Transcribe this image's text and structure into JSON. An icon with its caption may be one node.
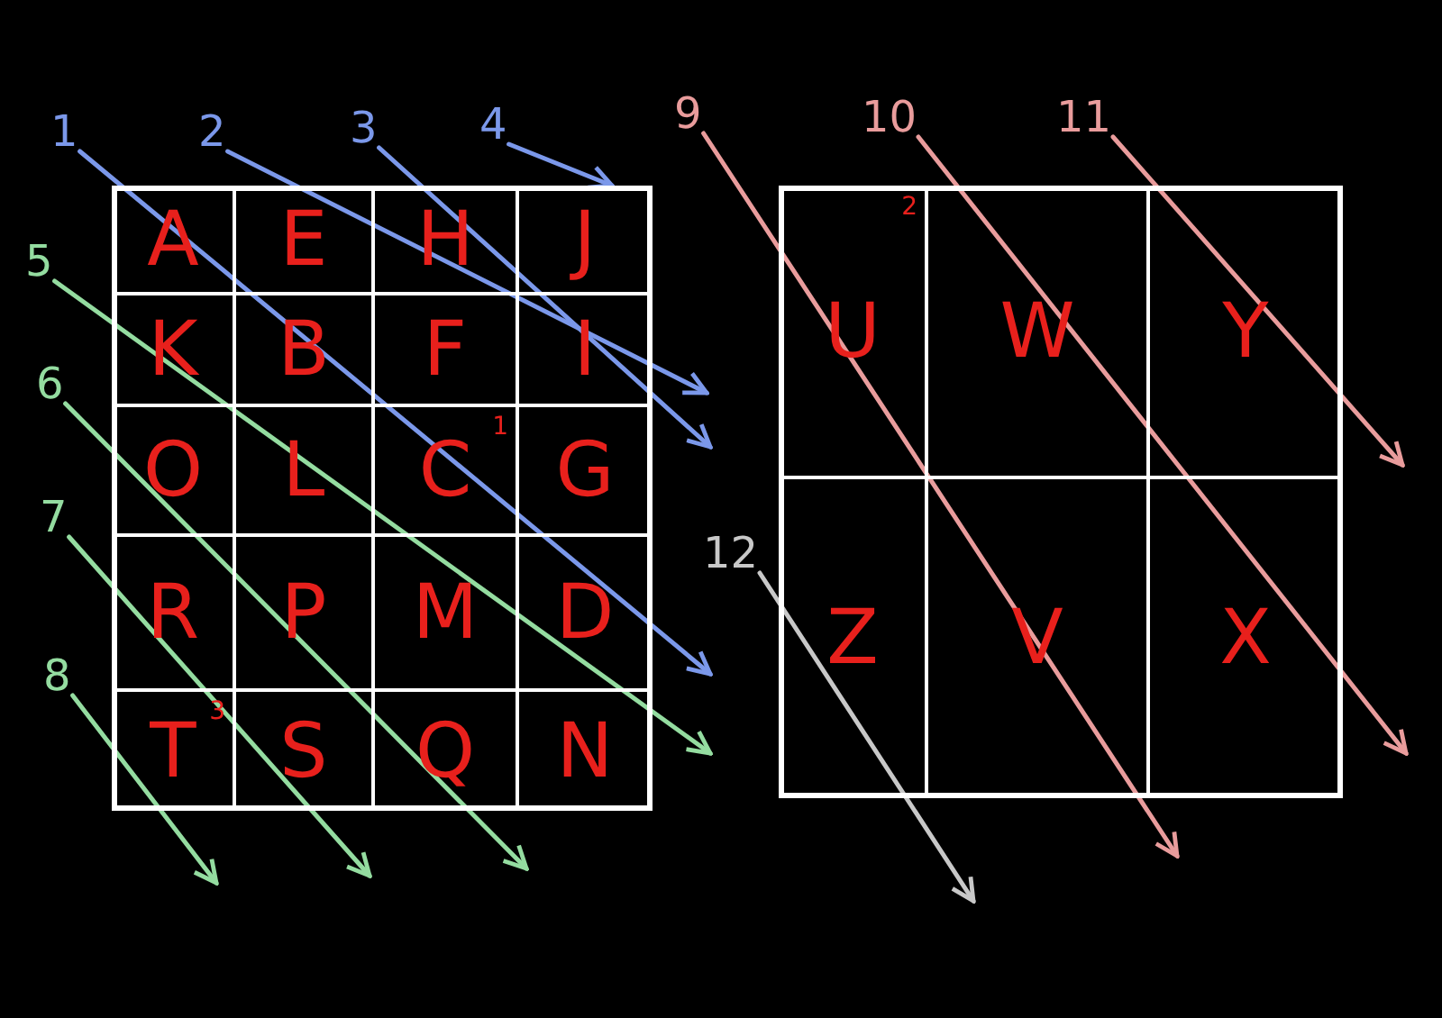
{
  "diagram": {
    "nodes": [
      {
        "text": [
          "1"
        ]
      },
      {
        "text": [
          "2"
        ]
      },
      {
        "text": [
          "3"
        ]
      },
      {
        "text": [
          "4"
        ]
      },
      {
        "text": [
          "5"
        ]
      },
      {
        "text": [
          "6"
        ]
      },
      {
        "text": [
          "7"
        ]
      },
      {
        "text": [
          "8"
        ]
      },
      {
        "text": [
          "9"
        ]
      },
      {
        "text": [
          "10"
        ]
      },
      {
        "text": [
          "11"
        ]
      },
      {
        "text": [
          "12"
        ]
      },
      {
        "text": [],
        "shape": "box"
      },
      {
        "text": [
          "A"
        ],
        "in": 12
      },
      {
        "text": [
          "E"
        ],
        "in": 12
      },
      {
        "text": [
          "H"
        ],
        "in": 12
      },
      {
        "text": [
          "J"
        ],
        "in": 12
      },
      {
        "text": [
          "K"
        ],
        "in": 12
      },
      {
        "text": [
          "B"
        ],
        "in": 12
      },
      {
        "text": [
          "F"
        ],
        "in": 12
      },
      {
        "text": [
          "I"
        ],
        "in": 12
      },
      {
        "text": [
          "O"
        ],
        "in": 12
      },
      {
        "text": [
          "L"
        ],
        "in": 12
      },
      {
        "text": [
          "C",
          "1"
        ],
        "in": 12
      },
      {
        "text": [
          "G"
        ],
        "in": 12
      },
      {
        "text": [
          "R"
        ],
        "in": 12
      },
      {
        "text": [
          "P"
        ],
        "in": 12
      },
      {
        "text": [
          "M"
        ],
        "in": 12
      },
      {
        "text": [
          "D"
        ],
        "in": 12
      },
      {
        "text": [
          "T",
          "3"
        ],
        "in": 12
      },
      {
        "text": [
          "S"
        ],
        "in": 12
      },
      {
        "text": [
          "Q"
        ],
        "in": 12
      },
      {
        "text": [
          "N"
        ],
        "in": 12
      },
      {
        "text": [],
        "shape": "box"
      },
      {
        "text": [
          "U",
          "2"
        ],
        "in": 33
      },
      {
        "text": [
          "W"
        ],
        "in": 33
      },
      {
        "text": [
          "Y"
        ],
        "in": 33
      },
      {
        "text": [
          "Z"
        ],
        "in": 33
      },
      {
        "text": [
          "V"
        ],
        "in": 33
      },
      {
        "text": [
          "X"
        ],
        "in": 33
      }
    ],
    "edges": [
      {
        "from": 0,
        "to": null,
        "arrow": "to",
        "color": "#7b98ea"
      },
      {
        "from": 1,
        "to": null,
        "arrow": "to",
        "color": "#7b98ea"
      },
      {
        "from": 2,
        "to": null,
        "arrow": "to",
        "color": "#7b98ea"
      },
      {
        "from": 3,
        "to": 16,
        "arrow": "to",
        "color": "#7b98ea"
      },
      {
        "from": 4,
        "to": null,
        "arrow": "to",
        "color": "#94dca0"
      },
      {
        "from": 5,
        "to": null,
        "arrow": "to",
        "color": "#94dca0"
      },
      {
        "from": 6,
        "to": null,
        "arrow": "to",
        "color": "#94dca0"
      },
      {
        "from": 7,
        "to": null,
        "arrow": "to",
        "color": "#94dca0"
      },
      {
        "from": 8,
        "to": null,
        "arrow": "to",
        "color": "#e99c9c"
      },
      {
        "from": 9,
        "to": null,
        "arrow": "to",
        "color": "#e99c9c"
      },
      {
        "from": 10,
        "to": null,
        "arrow": "to",
        "color": "#e99c9c"
      },
      {
        "from": 11,
        "to": null,
        "arrow": "to",
        "color": "#c8c8c8"
      }
    ]
  }
}
